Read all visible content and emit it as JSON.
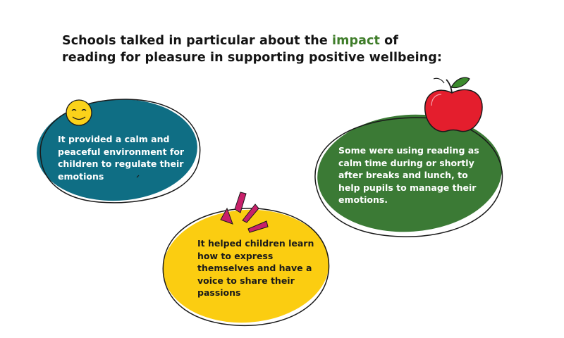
{
  "heading": {
    "line1_before": "Schools talked in particular about the ",
    "line1_highlight": "impact",
    "line1_after": " of",
    "line2": "reading for pleasure in supporting positive wellbeing:"
  },
  "bubbles": {
    "teal": {
      "lines": [
        " It provided a calm and",
        "peaceful environment for",
        "children to regulate their",
        "emotions"
      ],
      "icon": "smiley-face-icon",
      "color": "#0f6e84"
    },
    "green": {
      "lines": [
        "Some were using reading as",
        "calm time during or shortly",
        "after breaks and lunch, to",
        "help pupils to manage their",
        "emotions."
      ],
      "icon": "apple-icon",
      "color": "#3b7a35"
    },
    "yellow": {
      "lines": [
        "It helped children learn",
        "how to express",
        "themselves and have a",
        "voice to share their",
        "passions"
      ],
      "icon": "burst-lines-icon",
      "color": "#fbcd11"
    }
  },
  "colors": {
    "heading_text": "#141414",
    "highlight": "#3f7d2a",
    "outline": "#1a1a1a",
    "apple_red": "#e41e2d",
    "leaf_green": "#3b8a2d",
    "burst_magenta": "#c8206a",
    "smiley_yellow": "#fbd21a"
  }
}
